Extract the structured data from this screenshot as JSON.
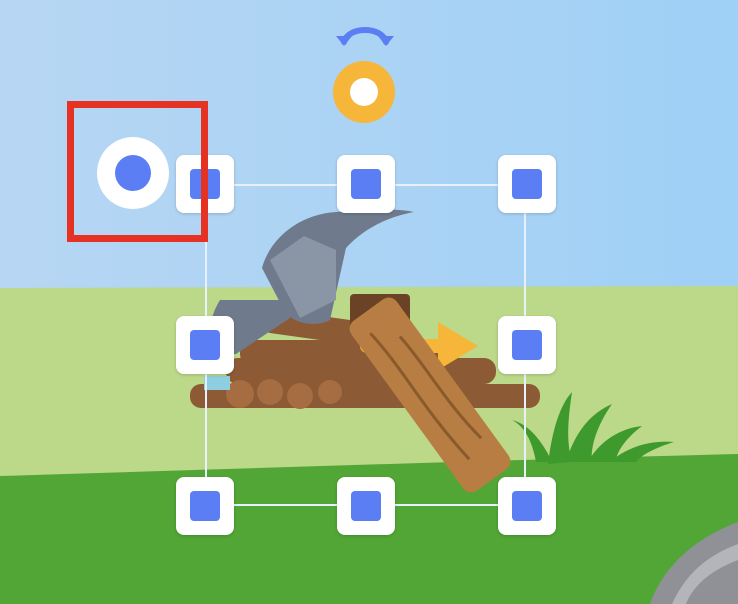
{
  "colors": {
    "sky_top": "#b7d6f3",
    "sky_bottom": "#9fd0f6",
    "meadow": "#bcd98a",
    "ground": "#52a636",
    "grass_tuft": "#3f9a2e",
    "handle_fill": "#5b7ef5",
    "pivot_fill": "#5b7ef5",
    "rotate_knob": "#f5b63a",
    "rotate_arrow": "#5b7ef5",
    "highlight_border": "#e53222",
    "hammer_head": "#6f7b8c",
    "hammer_handle": "#b87d42",
    "logs": "#8d5a36",
    "move_arrow": "#f5b63a",
    "rock": "#8f9196"
  },
  "canvas": {
    "sprite": {
      "name": "hammer-and-logs",
      "icon": "hammer-icon"
    },
    "selection": {
      "handles": [
        "top-left",
        "top-center",
        "top-right",
        "middle-left",
        "middle-right",
        "bottom-left",
        "bottom-center",
        "bottom-right"
      ],
      "rotate_icon": "rotate-arrow-icon",
      "pivot_icon": "pivot-point-icon",
      "move_icon": "arrow-right-icon"
    },
    "highlighted": "pivot-point"
  }
}
